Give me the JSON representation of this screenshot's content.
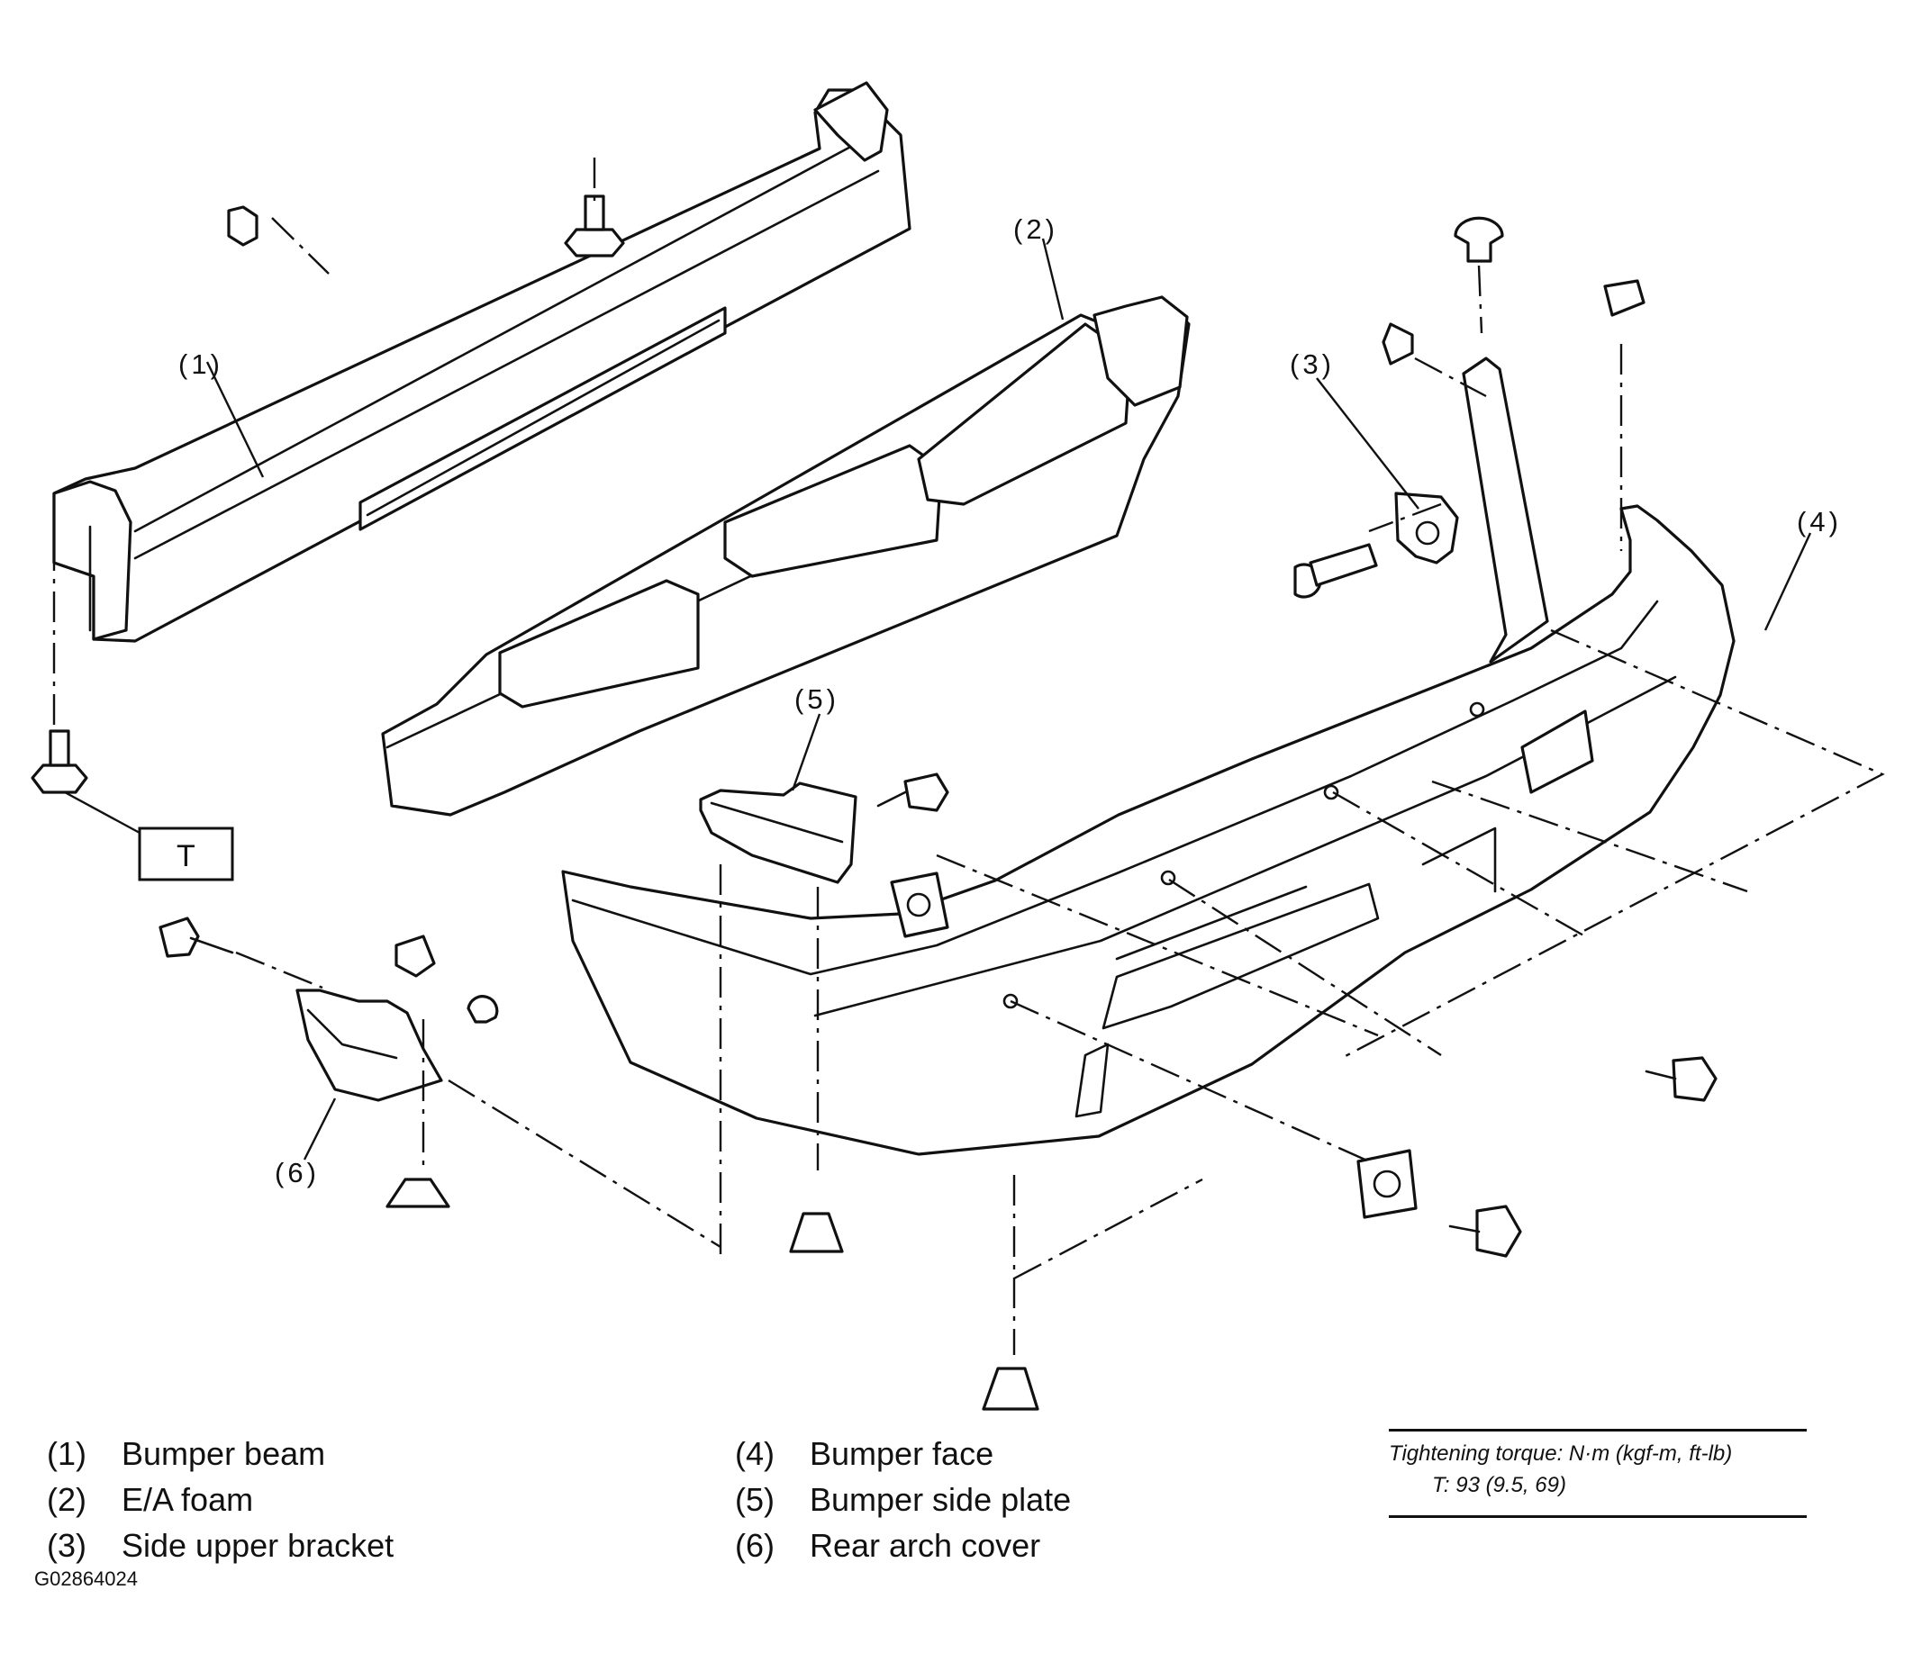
{
  "callouts": {
    "c1": "(1)",
    "c2": "(2)",
    "c3": "(3)",
    "c4": "(4)",
    "c5": "(5)",
    "c6": "(6)",
    "t": "T"
  },
  "legend": [
    {
      "num": "(1)",
      "label": "Bumper beam"
    },
    {
      "num": "(2)",
      "label": "E/A foam"
    },
    {
      "num": "(3)",
      "label": "Side upper bracket"
    },
    {
      "num": "(4)",
      "label": "Bumper face"
    },
    {
      "num": "(5)",
      "label": "Bumper side plate"
    },
    {
      "num": "(6)",
      "label": "Rear arch cover"
    }
  ],
  "torque": {
    "heading": "Tightening torque: N·m (kgf-m, ft-lb)",
    "value": "T: 93 (9.5, 69)"
  },
  "figure_id": "G02864024"
}
